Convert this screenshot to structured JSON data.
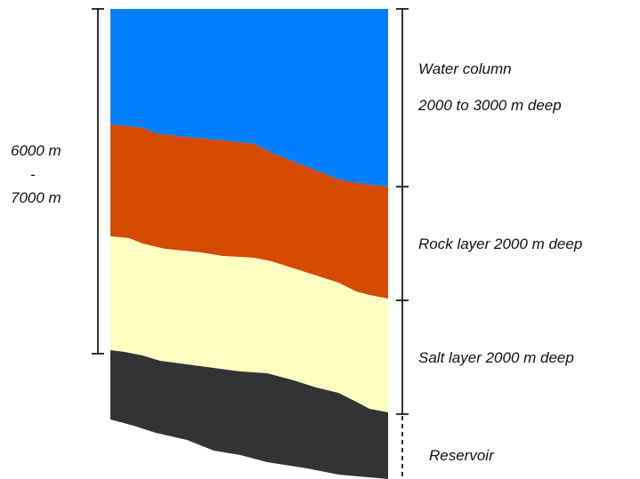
{
  "colors": {
    "water": "#0080ff",
    "rock": "#d44a00",
    "salt": "#ffffc2",
    "reservoir": "#333333",
    "ink": "#000000"
  },
  "left_scale": {
    "line1": "6000 m",
    "line2": "-",
    "line3": "7000 m"
  },
  "layers": {
    "water": {
      "line1": "Water column",
      "line2": "2000 to 3000 m deep"
    },
    "rock": {
      "label": "Rock layer 2000 m deep"
    },
    "salt": {
      "label": "Salt layer 2000 m deep"
    },
    "reservoir": {
      "label": "Reservoir"
    }
  }
}
